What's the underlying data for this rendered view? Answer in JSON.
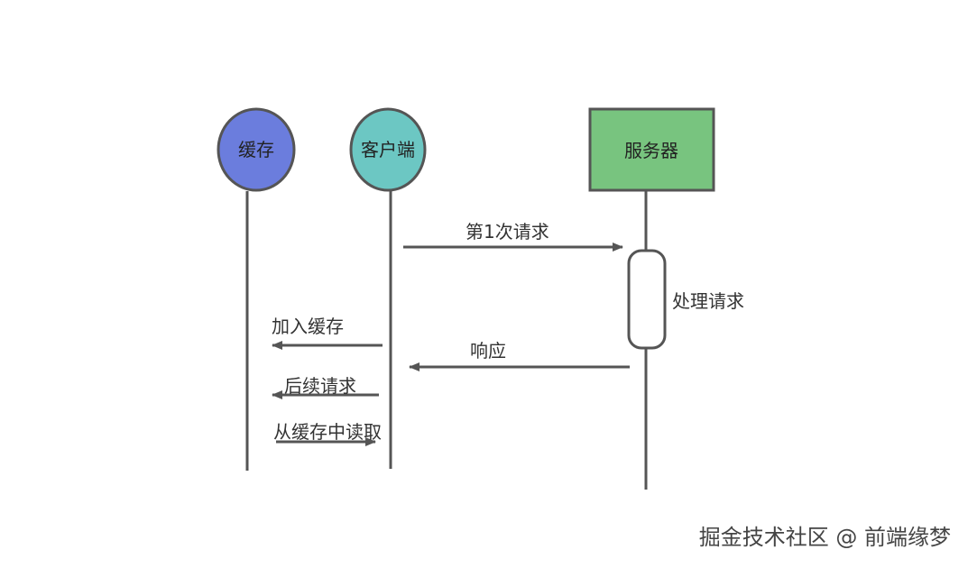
{
  "diagram": {
    "participants": {
      "cache": {
        "label": "缓存",
        "fill": "#6b7ddd"
      },
      "client": {
        "label": "客户端",
        "fill": "#6cc7c3"
      },
      "server": {
        "label": "服务器",
        "fill": "#78c47f"
      }
    },
    "activation": {
      "label": "处理请求"
    },
    "messages": {
      "first_request": "第1次请求",
      "response": "响应",
      "add_cache": "加入缓存",
      "follow_up": "后续请求",
      "read_cache": "从缓存中读取"
    },
    "colors": {
      "line": "#555555",
      "stroke": "#555555"
    }
  },
  "watermark": "掘金技术社区 @ 前端缘梦"
}
